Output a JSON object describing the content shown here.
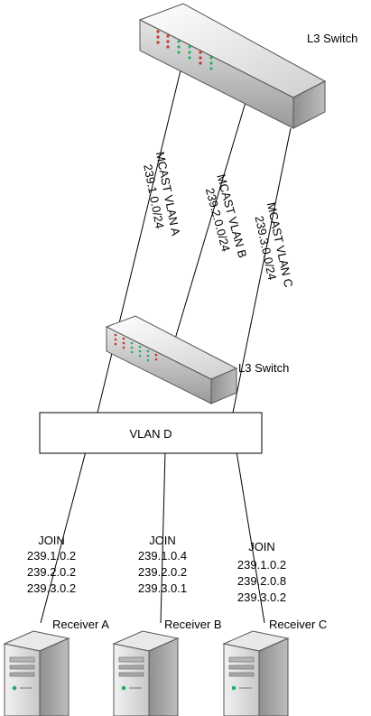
{
  "diagram": {
    "core_switch": {
      "label": "L3 Switch"
    },
    "dist_switch": {
      "label": "L3 Switch"
    },
    "vlan_box": {
      "label": "VLAN D"
    },
    "uplinks": [
      {
        "vlan": "MCAST VLAN A",
        "subnet": "239.1.0.0/24"
      },
      {
        "vlan": "MCAST VLAN B",
        "subnet": "239.2.0.0/24"
      },
      {
        "vlan": "MCAST VLAN C",
        "subnet": "239.3.0.0/24"
      }
    ],
    "receivers": [
      {
        "name": "Receiver A",
        "join": "JOIN",
        "groups": [
          "239.1.0.2",
          "239.2.0.2",
          "239.3.0.2"
        ]
      },
      {
        "name": "Receiver B",
        "join": "JOIN",
        "groups": [
          "239.1.0.4",
          "239.2.0.2",
          "239.3.0.1"
        ]
      },
      {
        "name": "Receiver C",
        "join": "JOIN",
        "groups": [
          "239.1.0.2",
          "239.2.0.8",
          "239.3.0.2"
        ]
      }
    ],
    "colors": {
      "device_body": "#d4d4d4",
      "device_side": "#9e9e9e",
      "led_red": "#c0392b",
      "led_green": "#27ae60"
    }
  }
}
